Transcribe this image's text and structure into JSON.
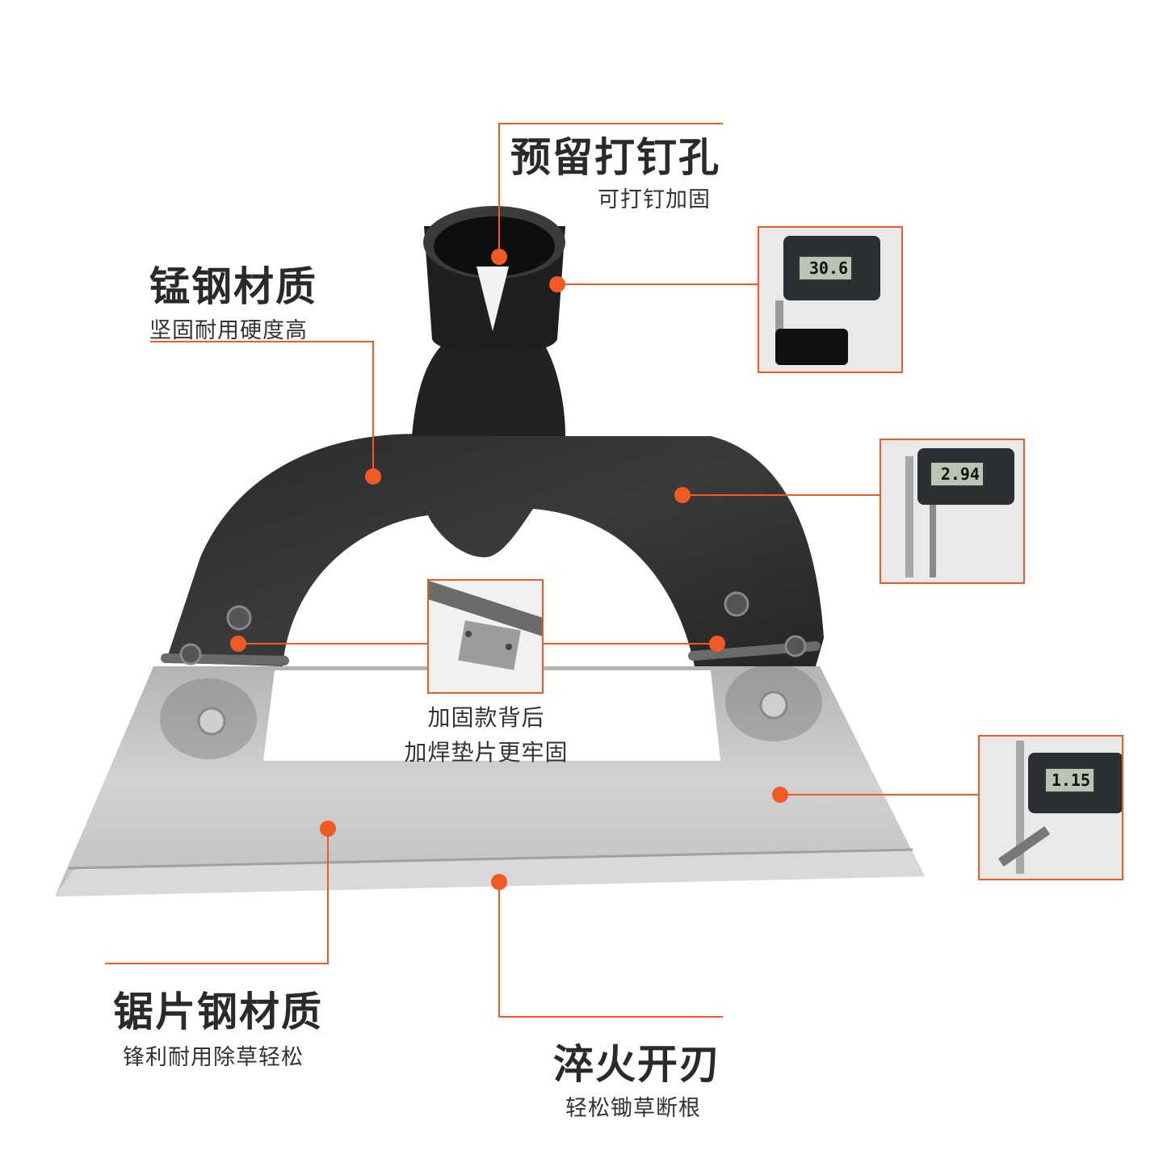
{
  "accent_color": "#f15a22",
  "callouts": {
    "nail_hole": {
      "title": "预留打钉孔",
      "subtitle": "可打钉加固"
    },
    "manganese": {
      "title": "锰钢材质",
      "subtitle": "坚固耐用硬度高"
    },
    "reinforce": {
      "line1": "加固款背后",
      "line2": "加焊垫片更牢固"
    },
    "saw_steel": {
      "title": "锯片钢材质",
      "subtitle": "锋利耐用除草轻松"
    },
    "quench": {
      "title": "淬火开刃",
      "subtitle": "轻松锄草断根"
    }
  },
  "measurements": {
    "socket": "30.6",
    "arch": "2.94",
    "blade": "1.15"
  }
}
